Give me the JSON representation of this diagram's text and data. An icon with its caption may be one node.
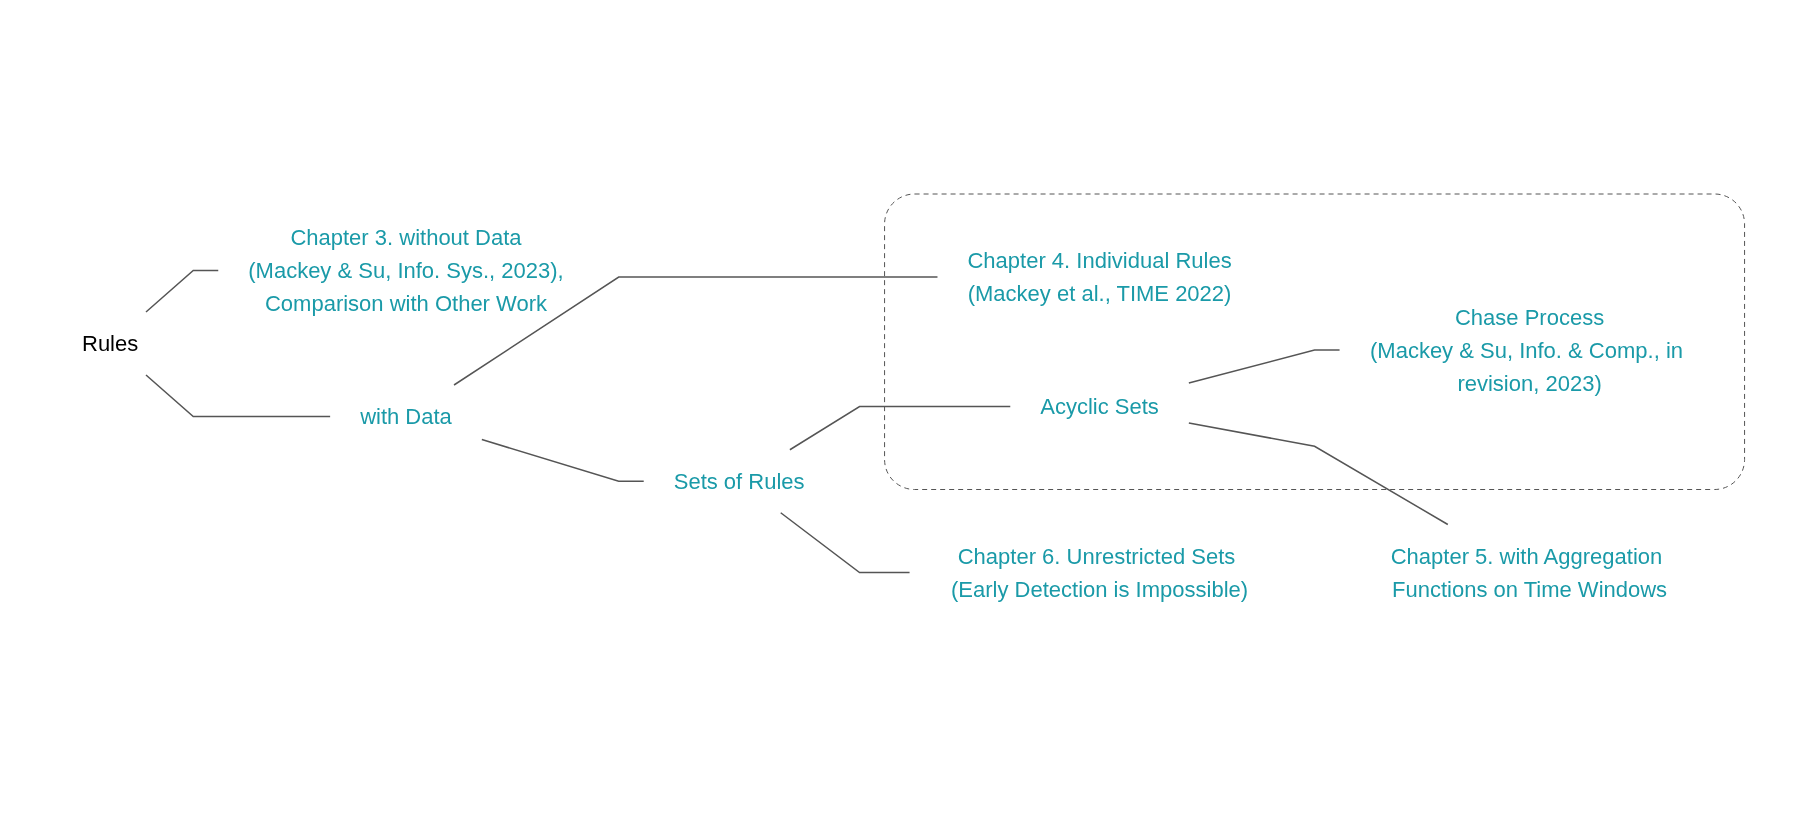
{
  "diagram": {
    "nodes": [
      {
        "text": [
          "Rules"
        ]
      },
      {
        "text": [
          "without Data",
          "(Mackey & Su, Info. Sys., 2023),",
          "Comparison with Other Work"
        ],
        "beside": [
          "Chapter 3."
        ]
      },
      {
        "text": [
          "with Data"
        ]
      },
      {
        "text": [],
        "shape": "box"
      },
      {
        "text": [
          "Individual Rules",
          "(Mackey et al., TIME 2022)"
        ],
        "beside": [
          "Chapter 4."
        ],
        "in": 3
      },
      {
        "text": [
          "Sets of Rules"
        ]
      },
      {
        "text": [
          "Acyclic Sets"
        ],
        "in": 3
      },
      {
        "text": [
          "Chase Process",
          "(Mackey & Su, Info. & Comp., in revision, 2023)"
        ],
        "in": 3
      },
      {
        "text": [
          "with Aggregation Functions on Time Windows"
        ],
        "beside": [
          "Chapter 5."
        ]
      },
      {
        "text": [
          "Unrestricted Sets (Early Detection is Impossible)"
        ],
        "beside": [
          "Chapter 6."
        ]
      }
    ],
    "edges": [
      {
        "from": 0,
        "to": 1,
        "arrow": "none"
      },
      {
        "from": 0,
        "to": 2,
        "arrow": "none"
      },
      {
        "from": 2,
        "to": 4,
        "arrow": "none"
      },
      {
        "from": 2,
        "to": 5,
        "arrow": "none"
      },
      {
        "from": 5,
        "to": 6,
        "arrow": "none"
      },
      {
        "from": 5,
        "to": 9,
        "arrow": "none"
      },
      {
        "from": 6,
        "to": 7,
        "arrow": "none"
      },
      {
        "from": 6,
        "to": 8,
        "arrow": "none"
      }
    ]
  }
}
